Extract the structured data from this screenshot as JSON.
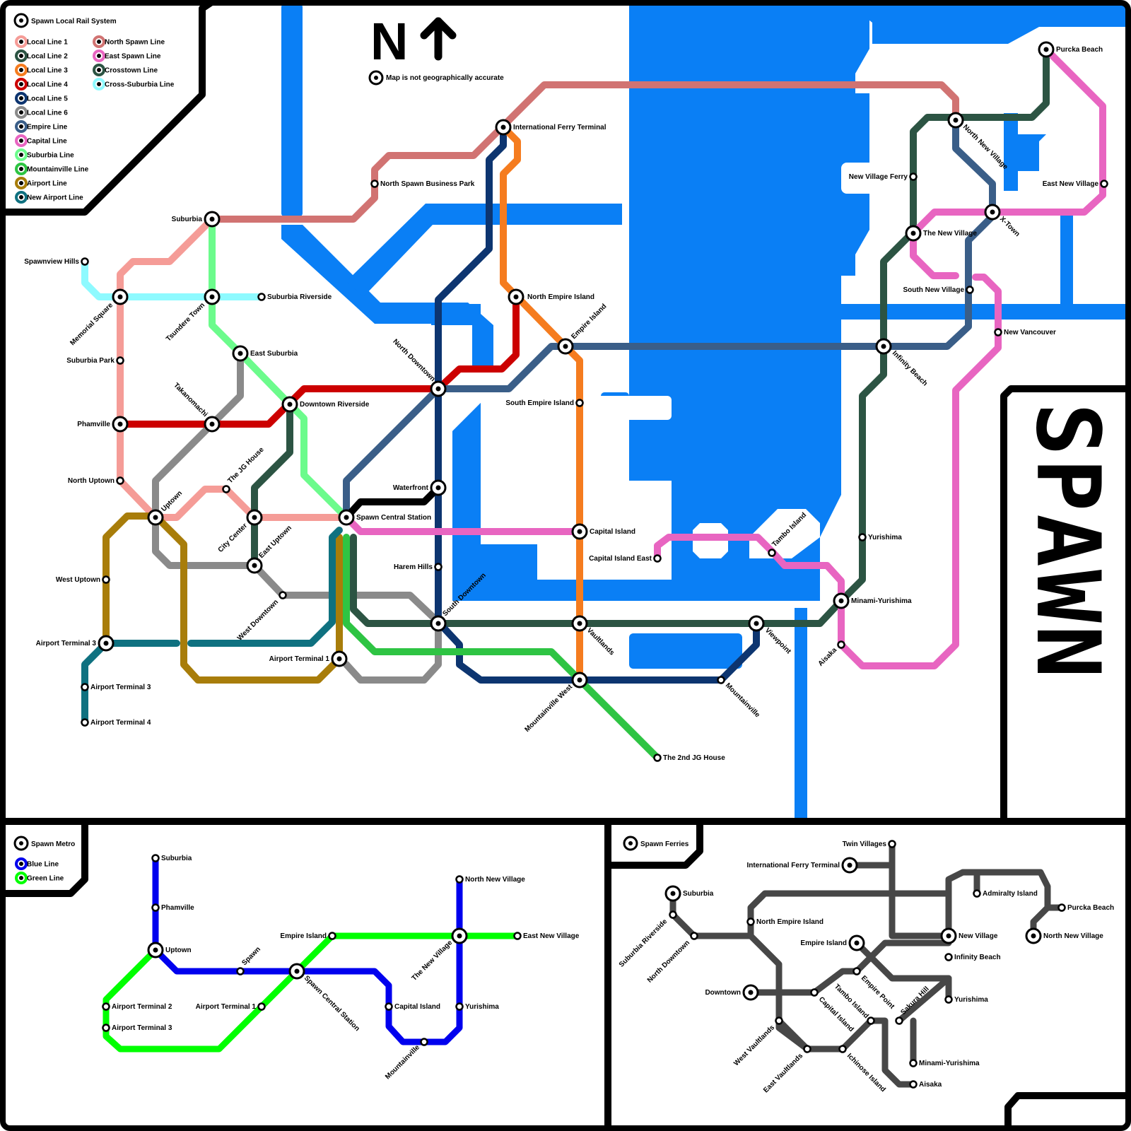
{
  "rail": {
    "legend_title": "Spawn Local Rail System",
    "note": "Map is not geographically accurate",
    "north_label": "N",
    "brand": "SPAWN",
    "lines": [
      {
        "name": "Local Line 1",
        "color": "#f59c97"
      },
      {
        "name": "Local Line 2",
        "color": "#2c5443"
      },
      {
        "name": "Local Line 3",
        "color": "#f57c1f"
      },
      {
        "name": "Local Line 4",
        "color": "#cc0000"
      },
      {
        "name": "Local Line 5",
        "color": "#0d3570"
      },
      {
        "name": "Local Line 6",
        "color": "#8a8a8a"
      },
      {
        "name": "Empire Line",
        "color": "#3a5e88"
      },
      {
        "name": "Capital Line",
        "color": "#e865c1"
      },
      {
        "name": "Suburbia Line",
        "color": "#6cfb8c"
      },
      {
        "name": "Mountainville Line",
        "color": "#2ec443"
      },
      {
        "name": "Airport Line",
        "color": "#a87d0a"
      },
      {
        "name": "New Airport Line",
        "color": "#0f7180"
      },
      {
        "name": "North Spawn Line",
        "color": "#d17372"
      },
      {
        "name": "East Spawn Line",
        "color": "#e865c1"
      },
      {
        "name": "Crosstown Line",
        "color": "#2c5443"
      },
      {
        "name": "Cross-Suburbia Line",
        "color": "#8efaff"
      }
    ],
    "stations": {
      "suburbia": "Suburbia",
      "spawnview_hills": "Spawnview Hills",
      "memorial_square": "Memorial Square",
      "tsundere_town": "Tsundere Town",
      "suburbia_riverside": "Suburbia Riverside",
      "suburbia_park": "Suburbia Park",
      "east_suburbia": "East Suburbia",
      "phamville": "Phamville",
      "takanomachi": "Takanomachi",
      "downtown_riverside": "Downtown Riverside",
      "north_uptown": "North Uptown",
      "the_jg_house": "The JG House",
      "uptown": "Uptown",
      "city_center": "City Center",
      "east_uptown": "East Uptown",
      "west_uptown": "West Uptown",
      "west_downtown": "West Downtown",
      "airport_terminal_3": "Airport Terminal 3",
      "airport_terminal_1": "Airport Terminal 1",
      "airport_terminal_3b": "Airport Terminal 3",
      "airport_terminal_4": "Airport Terminal 4",
      "north_spawn_business_park": "North Spawn Business Park",
      "international_ferry_terminal": "International Ferry Terminal",
      "north_empire_island": "North Empire Island",
      "empire_island": "Empire Island",
      "north_downtown": "North Downtown",
      "south_empire_island": "South Empire Island",
      "waterfront": "Waterfront",
      "spawn_central_station": "Spawn Central Station",
      "capital_island": "Capital Island",
      "capital_island_east": "Capital Island East",
      "harem_hills": "Harem Hills",
      "south_downtown": "South Downtown",
      "vaultlands": "Vaultlands",
      "mountainville_west": "Mountainville West",
      "mountainville": "Mountainville",
      "viewpoint": "Viewpoint",
      "the_2nd_jg_house": "The 2nd JG House",
      "tambo_island": "Tambo Island",
      "minami_yurishima": "Minami-Yurishima",
      "yurishima": "Yurishima",
      "aisaka": "Aisaka",
      "infinity_beach": "Infinity Beach",
      "south_new_village": "South New Village",
      "new_vancouver": "New Vancouver",
      "the_new_village": "The New Village",
      "x_town": "X-Town",
      "new_village_ferry": "New Village Ferry",
      "north_new_village": "North New Village",
      "east_new_village": "East New Village",
      "purcka_beach": "Purcka Beach"
    }
  },
  "metro": {
    "title": "Spawn Metro",
    "lines": [
      {
        "name": "Blue Line",
        "color": "#0000ee"
      },
      {
        "name": "Green Line",
        "color": "#00ff00"
      }
    ],
    "stations": {
      "suburbia": "Suburbia",
      "phamville": "Phamville",
      "uptown": "Uptown",
      "spawn": "Spawn",
      "airport_terminal_2": "Airport Terminal 2",
      "airport_terminal_3": "Airport Terminal 3",
      "airport_terminal_1": "Airport Terminal 1",
      "empire_island": "Empire Island",
      "spawn_central_station": "Spawn Central Station",
      "capital_island": "Capital Island",
      "mountainville": "Mountainville",
      "north_new_village": "North New Village",
      "the_new_village": "The New Village",
      "east_new_village": "East New Village",
      "yurishima": "Yurishima"
    }
  },
  "ferries": {
    "title": "Spawn Ferries",
    "color": "#474747",
    "stations": {
      "twin_villages": "Twin Villages",
      "international_ferry_terminal": "International Ferry Terminal",
      "suburbia": "Suburbia",
      "admiralty_island": "Admiralty Island",
      "purcka_beach": "Purcka Beach",
      "north_empire_island": "North Empire Island",
      "suburbia_riverside": "Suburbia Riverside",
      "north_downtown": "North Downtown",
      "new_village": "New Village",
      "north_new_village": "North New Village",
      "empire_island": "Empire Island",
      "infinity_beach": "Infinity Beach",
      "empire_point": "Empire Point",
      "downtown": "Downtown",
      "capital_island": "Capital Island",
      "tambo_island": "Tambo Island",
      "yurishima": "Yurishima",
      "sakura_hill": "Sakura Hill",
      "west_vaultlands": "West Vaultlands",
      "minami_yurishima": "Minami-Yurishima",
      "east_vaultlands": "East Vaultlands",
      "ichinose_island": "Ichinose Island",
      "aisaka": "Aisaka"
    }
  }
}
